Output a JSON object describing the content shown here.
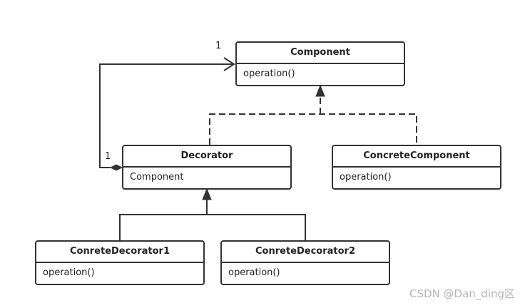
{
  "diagram": {
    "classes": {
      "component": {
        "name": "Component",
        "member": "operation()"
      },
      "decorator": {
        "name": "Decorator",
        "member": "Component"
      },
      "concrete_component": {
        "name": "ConcreteComponent",
        "member": "operation()"
      },
      "concrete_decorator_1": {
        "name": "ConreteDecorator1",
        "member": "operation()"
      },
      "concrete_decorator_2": {
        "name": "ConreteDecorator2",
        "member": "operation()"
      }
    },
    "multiplicities": {
      "component_end": "1",
      "decorator_end": "1"
    }
  },
  "watermark": "CSDN @Dan_ding区"
}
